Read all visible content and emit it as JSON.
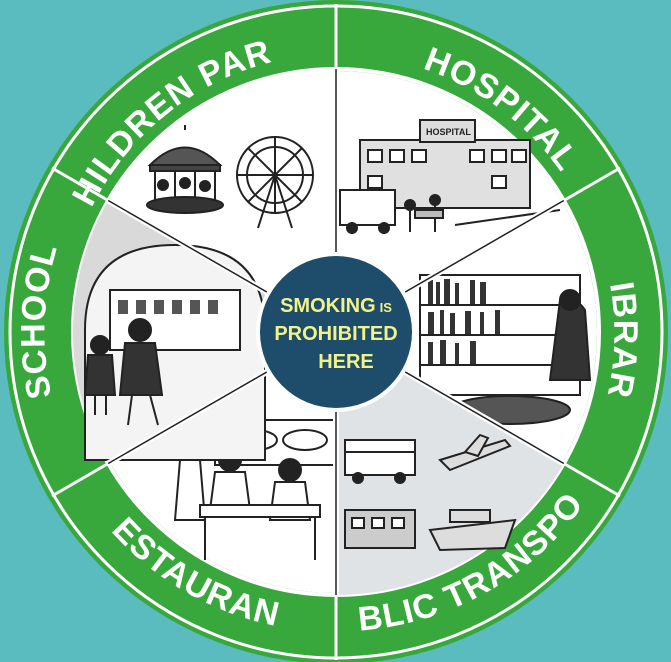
{
  "colors": {
    "background": "#5abcbf",
    "ring": "#39a83c",
    "ring_border": "#ffffff",
    "center": "#1e4d6b",
    "center_text": "#f2f28a",
    "segment_fill": "#ffffff",
    "illustration": "#222222"
  },
  "center": {
    "line1_big": "SMOKING",
    "line1_small": "IS",
    "line2": "PROHIBITED",
    "line3": "HERE"
  },
  "segments": [
    {
      "label": "CHILDREN PARK",
      "icon": "carousel-ferris-wheel-icon"
    },
    {
      "label": "HOSPITAL",
      "icon": "hospital-building-icon"
    },
    {
      "label": "LIBRARY",
      "icon": "bookshelf-icon"
    },
    {
      "label": "PUBLIC TRANSPORT",
      "icon": "bus-plane-train-ship-icon"
    },
    {
      "label": "RESTAURANT",
      "icon": "dining-table-icon"
    },
    {
      "label": "SCHOOL",
      "icon": "school-building-icon"
    }
  ]
}
